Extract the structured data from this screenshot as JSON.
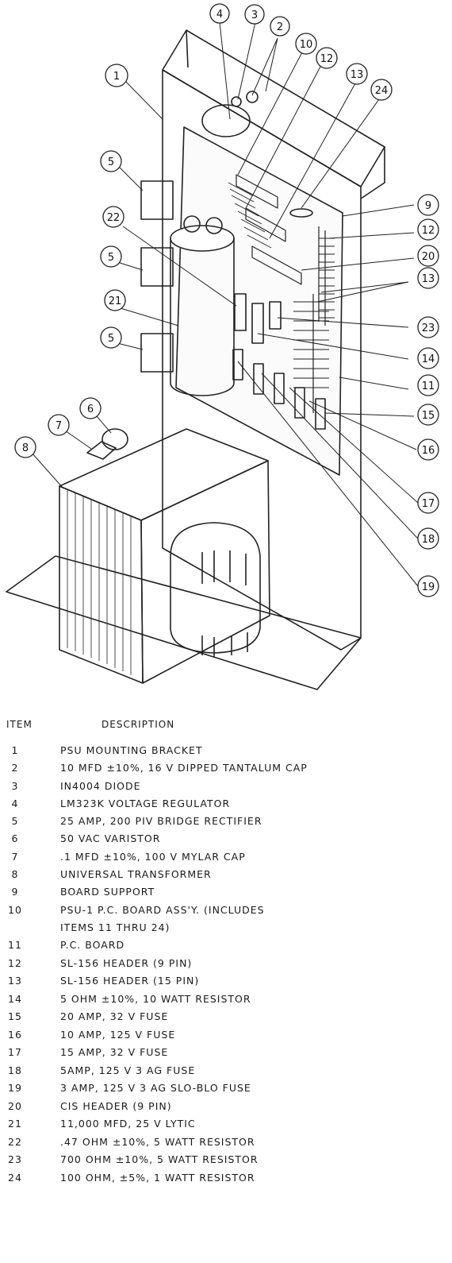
{
  "callouts": [
    "1",
    "2",
    "3",
    "4",
    "5",
    "5",
    "5",
    "6",
    "7",
    "8",
    "9",
    "10",
    "11",
    "12",
    "12",
    "13",
    "13",
    "14",
    "15",
    "16",
    "17",
    "18",
    "19",
    "20",
    "21",
    "22",
    "23",
    "24"
  ],
  "table": {
    "header_item": "ITEM",
    "header_desc": "DESCRIPTION",
    "rows": [
      {
        "item": "1",
        "desc": "PSU MOUNTING BRACKET"
      },
      {
        "item": "2",
        "desc": "10 MFD ±10%, 16 V DIPPED TANTALUM CAP"
      },
      {
        "item": "3",
        "desc": "IN4004 DIODE"
      },
      {
        "item": "4",
        "desc": "LM323K VOLTAGE REGULATOR"
      },
      {
        "item": "5",
        "desc": "25 AMP, 200 PIV BRIDGE RECTIFIER"
      },
      {
        "item": "6",
        "desc": "50 VAC VARISTOR"
      },
      {
        "item": "7",
        "desc": ".1 MFD ±10%, 100 V MYLAR CAP"
      },
      {
        "item": "8",
        "desc": "UNIVERSAL TRANSFORMER"
      },
      {
        "item": "9",
        "desc": "BOARD SUPPORT"
      },
      {
        "item": "10",
        "desc": "PSU-1 P.C. BOARD ASS'Y. (INCLUDES",
        "desc2": "ITEMS 11 THRU 24)"
      },
      {
        "item": "11",
        "desc": "P.C. BOARD"
      },
      {
        "item": "12",
        "desc": "SL-156 HEADER (9 PIN)"
      },
      {
        "item": "13",
        "desc": "SL-156 HEADER (15 PIN)"
      },
      {
        "item": "14",
        "desc": "5 OHM ±10%, 10 WATT RESISTOR"
      },
      {
        "item": "15",
        "desc": "20 AMP, 32 V FUSE"
      },
      {
        "item": "16",
        "desc": "10 AMP, 125 V FUSE"
      },
      {
        "item": "17",
        "desc": "15 AMP, 32 V FUSE"
      },
      {
        "item": "18",
        "desc": "5AMP, 125 V 3 AG FUSE"
      },
      {
        "item": "19",
        "desc": "3 AMP, 125 V 3 AG SLO-BLO FUSE"
      },
      {
        "item": "20",
        "desc": "CIS HEADER (9 PIN)"
      },
      {
        "item": "21",
        "desc": "11,000 MFD, 25 V LYTIC"
      },
      {
        "item": "22",
        "desc": ".47 OHM ±10%, 5 WATT RESISTOR"
      },
      {
        "item": "23",
        "desc": "700 OHM ±10%, 5 WATT RESISTOR"
      },
      {
        "item": "24",
        "desc": "100 OHM, ±5%, 1 WATT RESISTOR"
      }
    ]
  }
}
